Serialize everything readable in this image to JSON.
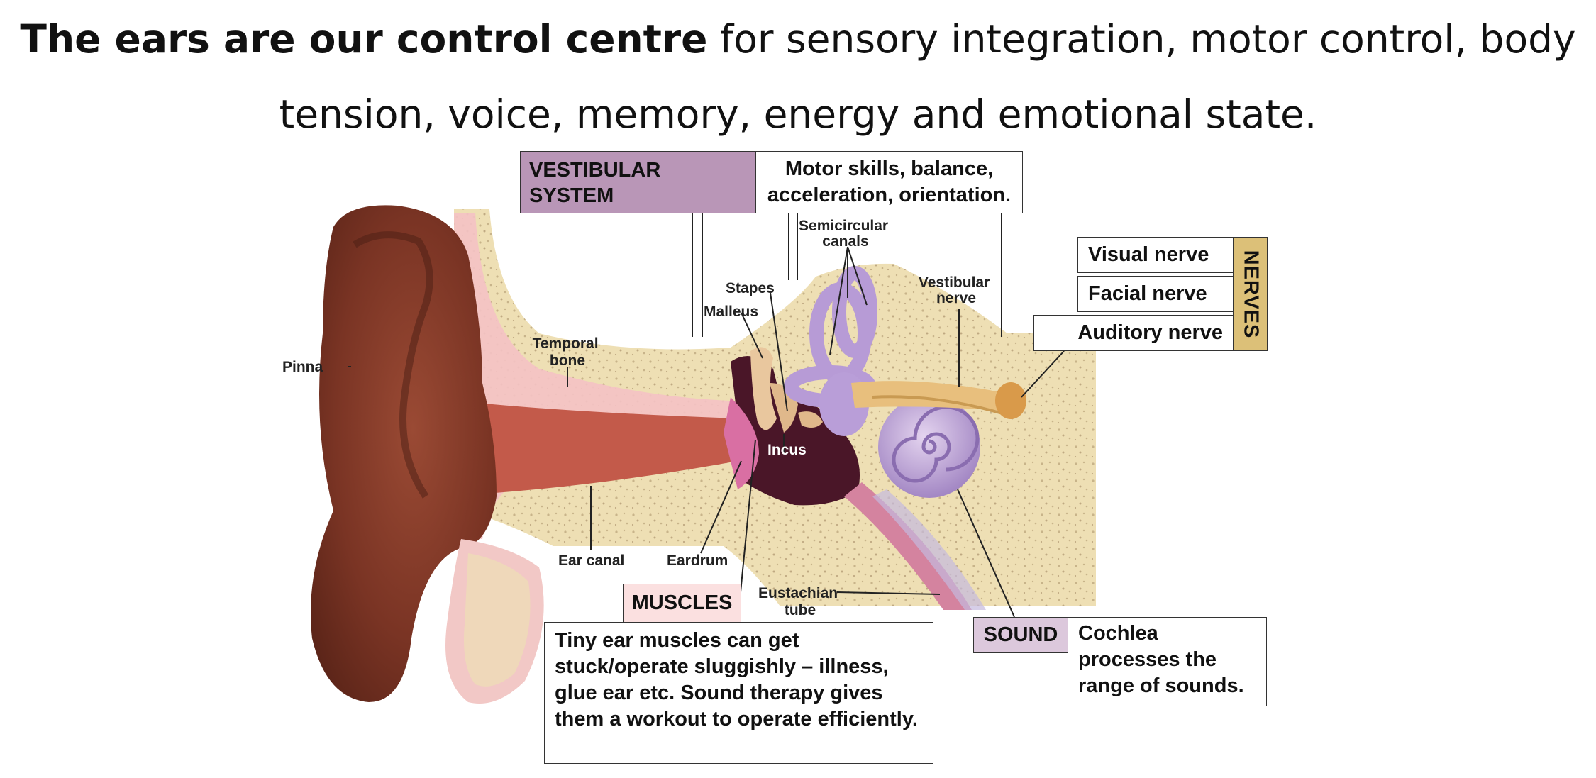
{
  "headline": {
    "lead": "The ears are our control centre",
    "rest": " for sensory integration, motor control, body tension, voice, memory, energy and emotional state."
  },
  "vestibular": {
    "title": "VESTIBULAR SYSTEM",
    "description": "Motor skills, balance, acceleration, orientation.",
    "color": "#b996b7"
  },
  "nerves": {
    "tag": "NERVES",
    "items": [
      "Visual nerve",
      "Facial nerve",
      "Auditory nerve"
    ],
    "color": "#dcc078"
  },
  "muscles": {
    "tag": "MUSCLES",
    "description": "Tiny ear muscles can get stuck/operate sluggishly – illness, glue ear etc. Sound therapy gives them a workout to operate efficiently.",
    "color": "#fbe0e0"
  },
  "sound": {
    "tag": "SOUND",
    "description": "Cochlea processes the range of sounds.",
    "color": "#dcc8dc"
  },
  "anatomy_labels": {
    "pinna": "Pinna",
    "temporal_bone": [
      "Temporal",
      "bone"
    ],
    "malleus": "Malleus",
    "stapes": "Stapes",
    "semicircular_canals": [
      "Semicircular",
      "canals"
    ],
    "vestibular_nerve": [
      "Vestibular",
      "nerve"
    ],
    "incus": "Incus",
    "ear_canal": "Ear canal",
    "eardrum": "Eardrum",
    "eustachian_tube": [
      "Eustachian",
      "tube"
    ]
  }
}
